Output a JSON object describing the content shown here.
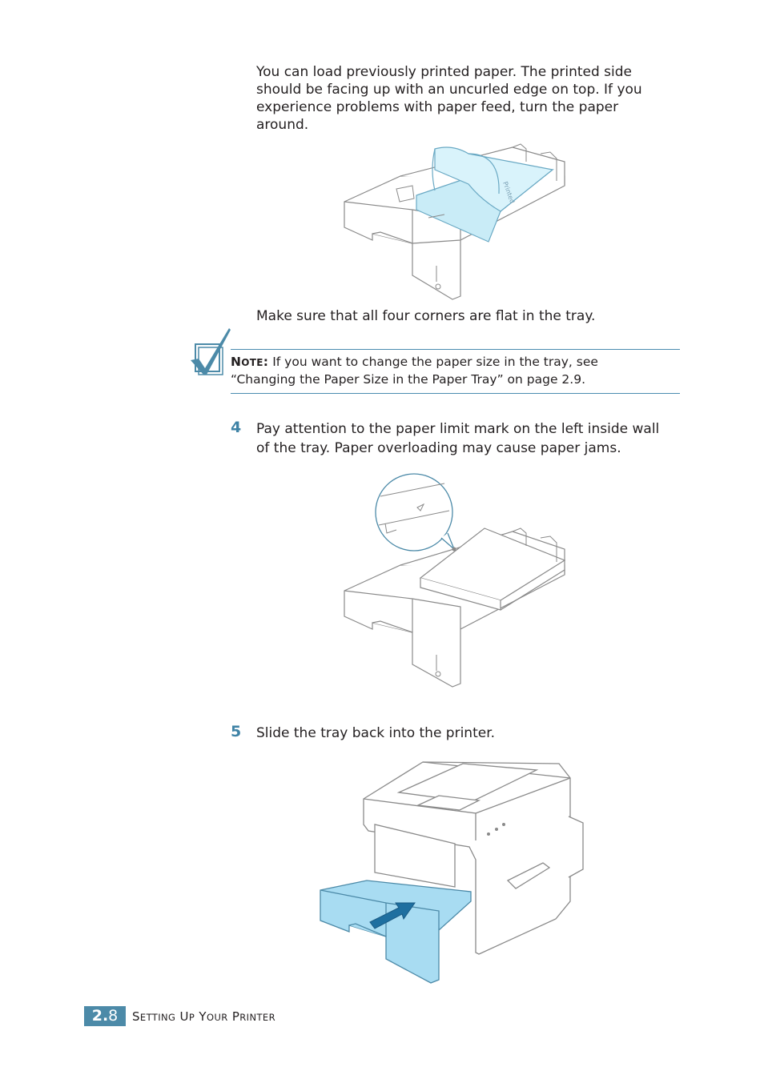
{
  "intro": {
    "line1": "You can load previously printed paper. The printed side",
    "line2": "should be facing up with an uncurled edge on top. If you",
    "line3": "experience problems with paper feed, turn the paper",
    "line4": "around."
  },
  "flat_corners": "Make sure that all four corners are flat in the tray.",
  "note": {
    "label_first": "N",
    "label_rest": "OTE",
    "label_colon": ":",
    "line1": "If you want to change the paper size in the tray, see",
    "line2": "“Changing the Paper Size in the Paper Tray” on page 2.9."
  },
  "steps": [
    {
      "number": "4",
      "line1": "Pay attention to the paper limit mark on the left inside wall",
      "line2": "of the tray. Paper overloading may cause paper jams."
    },
    {
      "number": "5",
      "line1": "Slide the tray back into the printer."
    }
  ],
  "footer": {
    "page_major": "2.",
    "page_minor": "8",
    "title_parts": [
      {
        "cap": "S",
        "rest": "ETTING"
      },
      {
        "cap": "U",
        "rest": "P"
      },
      {
        "cap": "Y",
        "rest": "OUR"
      },
      {
        "cap": "P",
        "rest": "RINTER"
      }
    ]
  },
  "colors": {
    "accent": "#4c8aa8",
    "paper_highlight": "#c9ecf7",
    "tray_highlight": "#a8dcf2",
    "arrow": "#1e6fa0"
  }
}
